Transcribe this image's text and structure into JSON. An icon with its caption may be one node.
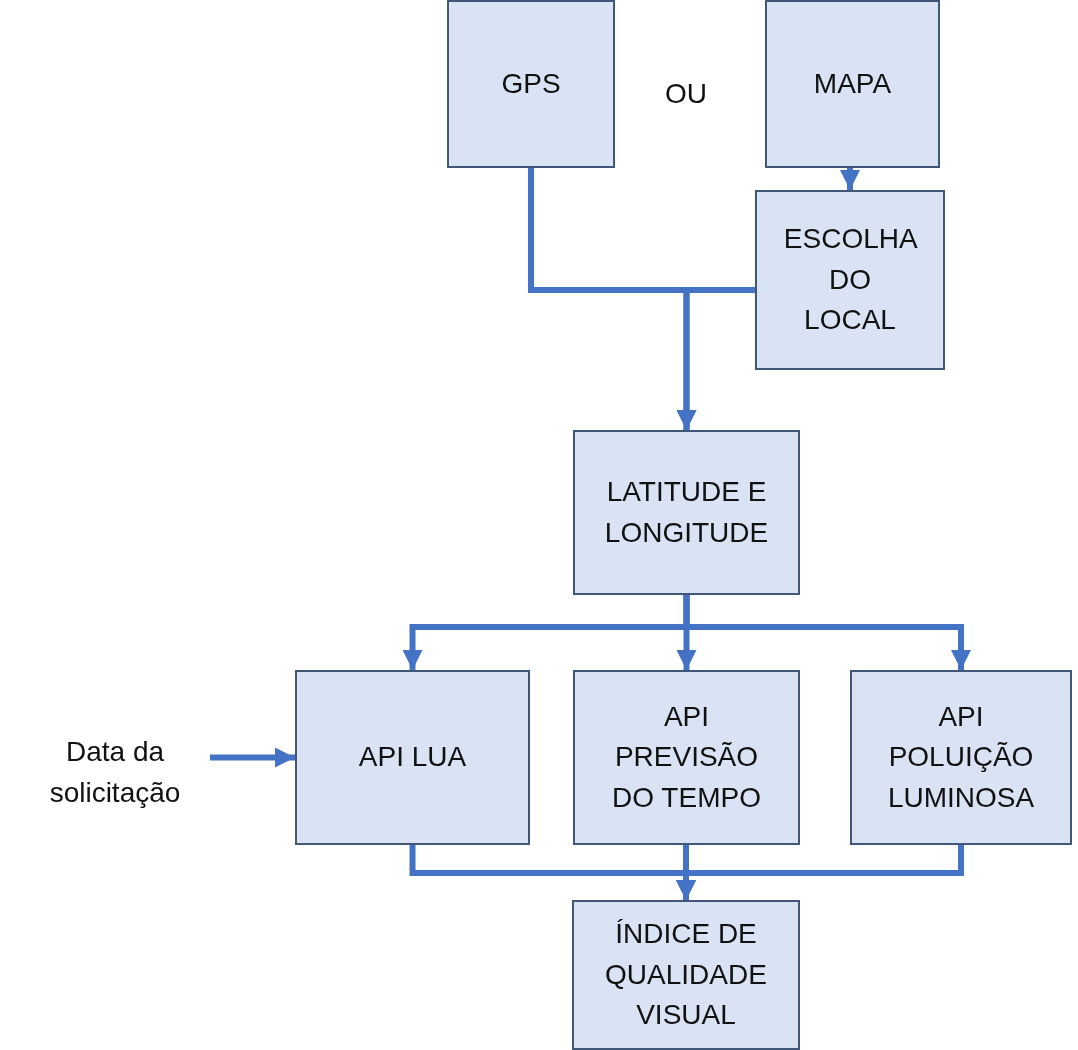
{
  "diagram": {
    "nodes": [
      {
        "text": [
          "GPS"
        ]
      },
      {
        "text": [
          "MAPA"
        ]
      },
      {
        "text": [
          "ESCOLHA DO LOCAL"
        ]
      },
      {
        "text": [
          "LATITUDE E LONGITUDE"
        ]
      },
      {
        "text": [
          "Data da solicitação"
        ]
      },
      {
        "text": [
          "API LUA"
        ]
      },
      {
        "text": [
          "API PREVISÃO DO TEMPO"
        ]
      },
      {
        "text": [
          "API POLUIÇÃO LUMINOSA"
        ]
      },
      {
        "text": [
          "ÍNDICE DE QUALIDADE VISUAL"
        ]
      }
    ],
    "edges": [
      {
        "from": 1,
        "to": 2,
        "arrow": "to"
      },
      {
        "from": 0,
        "to": 3,
        "arrow": "to"
      },
      {
        "from": 2,
        "to": 3,
        "arrow": "to"
      },
      {
        "from": 3,
        "to": 5,
        "arrow": "to"
      },
      {
        "from": 3,
        "to": 6,
        "arrow": "to"
      },
      {
        "from": 3,
        "to": 7,
        "arrow": "to"
      },
      {
        "from": 4,
        "to": 5,
        "arrow": "to"
      },
      {
        "from": 5,
        "to": 8,
        "arrow": "to"
      },
      {
        "from": 6,
        "to": 8,
        "arrow": "to"
      },
      {
        "from": 7,
        "to": 8,
        "arrow": "to"
      }
    ],
    "labels": [
      "OU"
    ]
  }
}
